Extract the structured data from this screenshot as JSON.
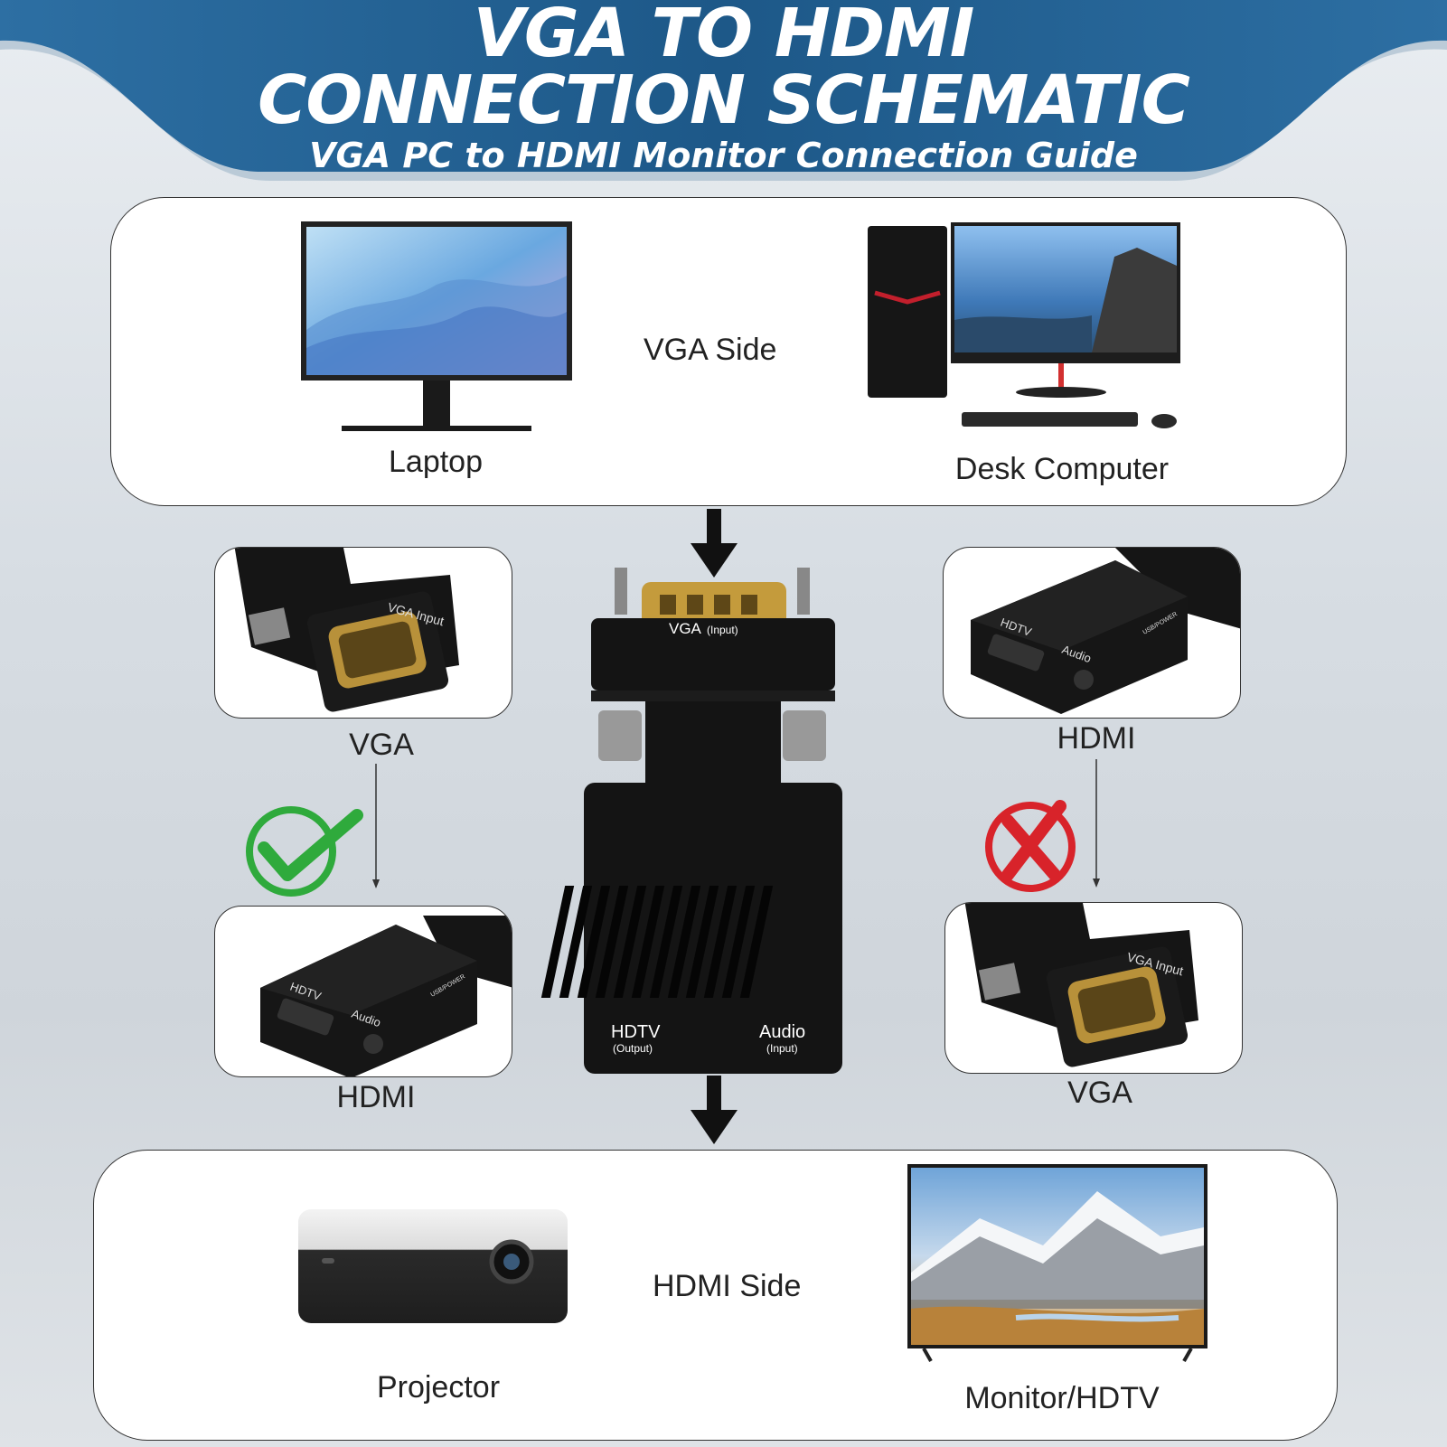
{
  "header": {
    "title_line1": "VGA TO HDMI",
    "title_line2": "CONNECTION SCHEMATIC",
    "subtitle": "VGA PC to HDMI Monitor Connection Guide"
  },
  "vga_side": {
    "label": "VGA Side",
    "devices": [
      {
        "name": "Laptop"
      },
      {
        "name": "Desk Computer"
      }
    ]
  },
  "hdmi_side": {
    "label": "HDMI Side",
    "devices": [
      {
        "name": "Projector"
      },
      {
        "name": "Monitor/HDTV"
      }
    ]
  },
  "adapter": {
    "vga_port_label": "VGA",
    "vga_port_sub": "(Input)",
    "hdtv_label": "HDTV",
    "hdtv_sub": "(Output)",
    "audio_label": "Audio",
    "audio_sub": "(Input)",
    "usb_label": "USB/POWER",
    "vga_input_label": "VGA Input"
  },
  "directions": {
    "correct": {
      "from": "VGA",
      "to": "HDMI",
      "status": "check-icon"
    },
    "wrong": {
      "from": "HDMI",
      "to": "VGA",
      "status": "cross-icon"
    }
  },
  "colors": {
    "banner": "#1f5c8c",
    "check": "#2faa3c",
    "cross": "#d8232a"
  }
}
